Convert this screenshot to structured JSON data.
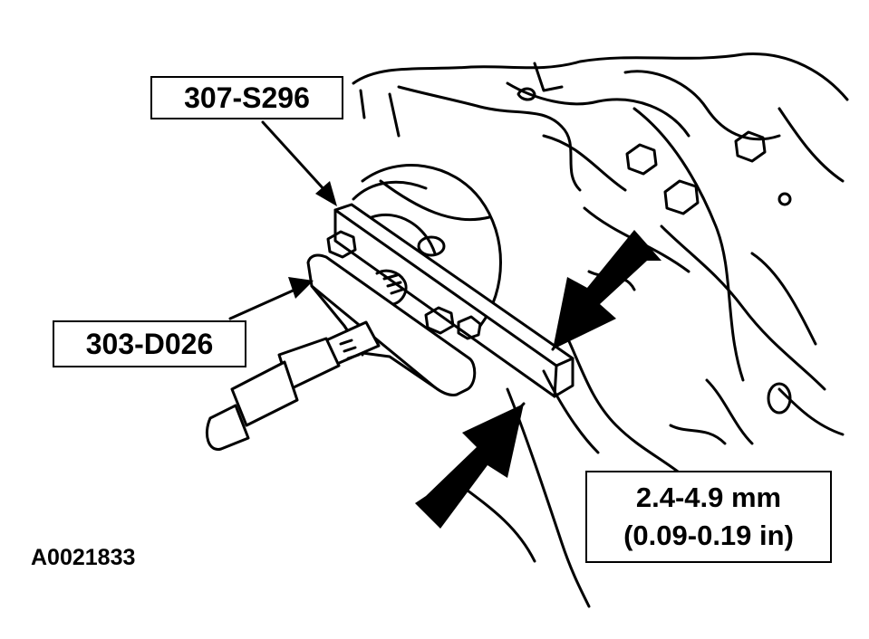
{
  "figure": {
    "tool_label_1": "307-S296",
    "tool_label_2": "303-D026",
    "spec_line_1": "2.4-4.9 mm",
    "spec_line_2": "(0.09-0.19 in)",
    "figure_id": "A0021833"
  },
  "colors": {
    "ink": "#000000",
    "paper": "#ffffff"
  }
}
